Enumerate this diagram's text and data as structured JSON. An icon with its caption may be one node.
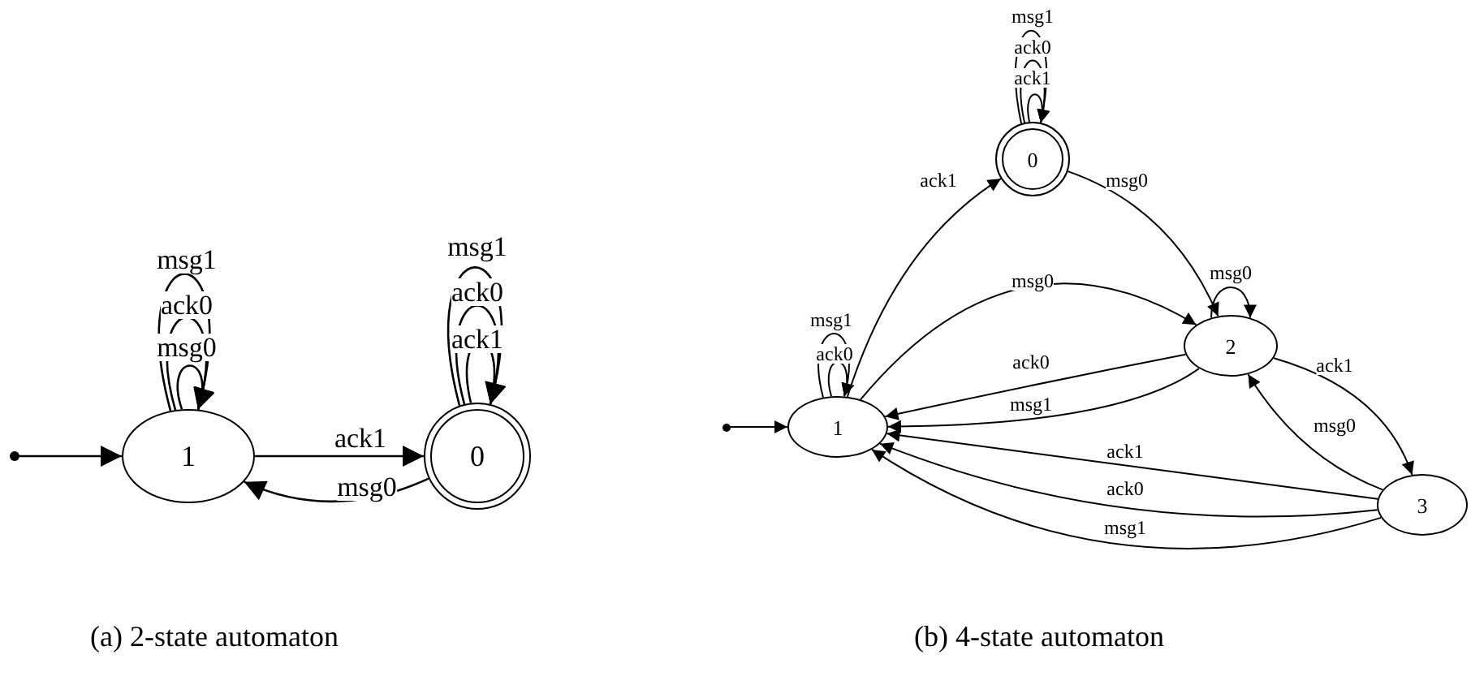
{
  "diagram": {
    "nodes": [
      {
        "text": [
          "1"
        ]
      },
      {
        "text": [
          "0"
        ]
      },
      {
        "text": [],
        "shape": "circle"
      },
      {
        "text": [
          "0"
        ]
      },
      {
        "text": [
          "1"
        ]
      },
      {
        "text": [
          "2"
        ]
      },
      {
        "text": [
          "3"
        ]
      },
      {
        "text": [],
        "shape": "circle"
      }
    ],
    "edges": [
      {
        "from": 2,
        "to": 0,
        "arrow": "to"
      },
      {
        "from": 0,
        "to": 0,
        "arrow": "to",
        "label": "msg1"
      },
      {
        "from": 0,
        "to": 0,
        "arrow": "to",
        "label": "ack0"
      },
      {
        "from": 0,
        "to": 0,
        "arrow": "to",
        "label": "msg0"
      },
      {
        "from": 0,
        "to": 1,
        "arrow": "to",
        "label": "ack1"
      },
      {
        "from": 1,
        "to": 0,
        "arrow": "to",
        "label": "msg0"
      },
      {
        "from": 1,
        "to": 1,
        "arrow": "to",
        "label": "msg1"
      },
      {
        "from": 1,
        "to": 1,
        "arrow": "to",
        "label": "ack0"
      },
      {
        "from": 1,
        "to": 1,
        "arrow": "to",
        "label": "ack1"
      },
      {
        "from": 7,
        "to": 4,
        "arrow": "to"
      },
      {
        "from": 3,
        "to": 3,
        "arrow": "to",
        "label": "msg1"
      },
      {
        "from": 3,
        "to": 3,
        "arrow": "to",
        "label": "ack0"
      },
      {
        "from": 3,
        "to": 3,
        "arrow": "to",
        "label": "ack1"
      },
      {
        "from": 4,
        "to": 3,
        "arrow": "to",
        "label": "ack1"
      },
      {
        "from": 3,
        "to": 5,
        "arrow": "to",
        "label": "msg0"
      },
      {
        "from": 4,
        "to": 4,
        "arrow": "to",
        "label": "msg1"
      },
      {
        "from": 4,
        "to": 4,
        "arrow": "to",
        "label": "ack0"
      },
      {
        "from": 4,
        "to": 5,
        "arrow": "to",
        "label": "msg0"
      },
      {
        "from": 5,
        "to": 5,
        "arrow": "to",
        "label": "msg0"
      },
      {
        "from": 5,
        "to": 4,
        "arrow": "to",
        "label": "ack0"
      },
      {
        "from": 5,
        "to": 4,
        "arrow": "to",
        "label": "msg1"
      },
      {
        "from": 5,
        "to": 6,
        "arrow": "to",
        "label": "ack1"
      },
      {
        "from": 6,
        "to": 5,
        "arrow": "to",
        "label": "msg0"
      },
      {
        "from": 6,
        "to": 4,
        "arrow": "to",
        "label": "ack1"
      },
      {
        "from": 6,
        "to": 4,
        "arrow": "to",
        "label": "ack0"
      },
      {
        "from": 6,
        "to": 4,
        "arrow": "to",
        "label": "msg1"
      }
    ],
    "labels": [
      "(a) 2-state automaton",
      "(b) 4-state automaton"
    ]
  }
}
